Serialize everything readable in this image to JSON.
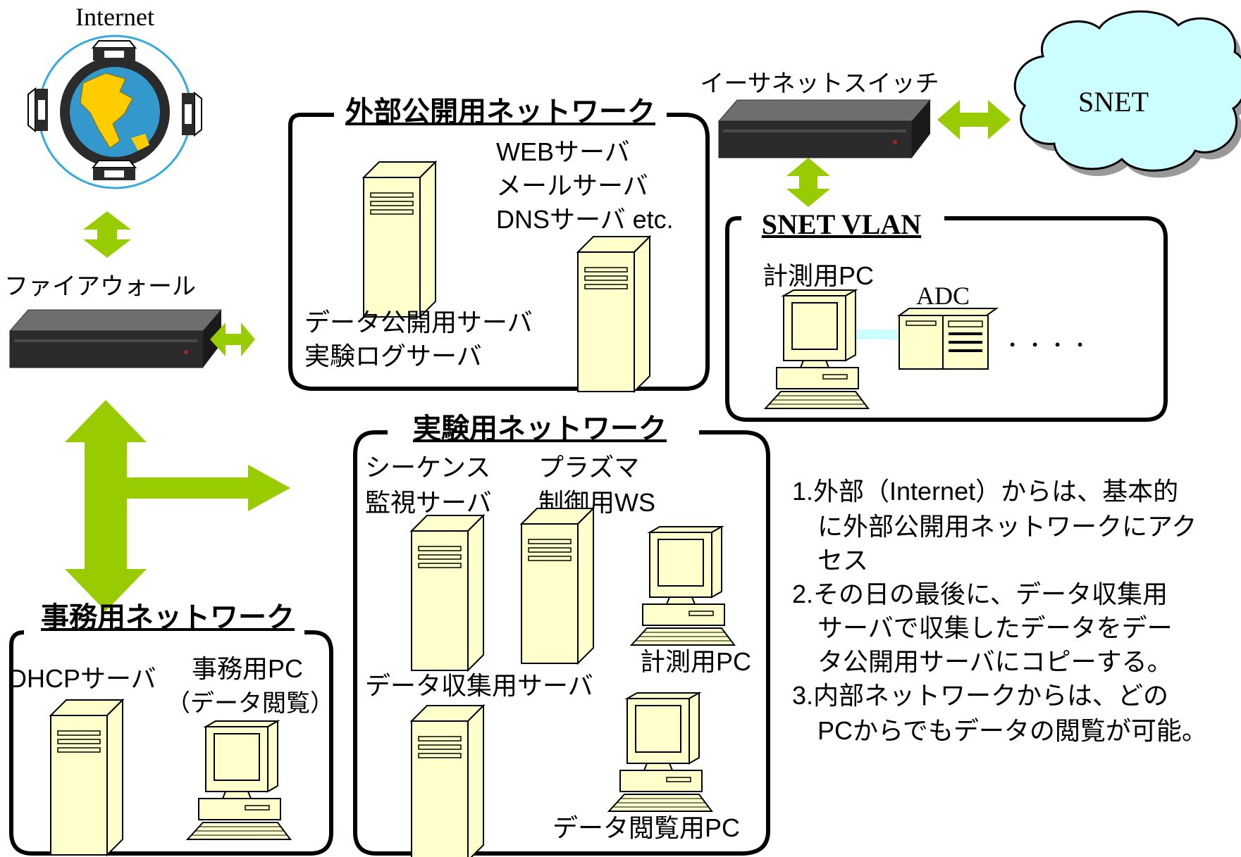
{
  "colors": {
    "arrow": "#99cc00",
    "server_fill": "#ffffcc",
    "cloud_fill": "#ccffff",
    "globe_ocean": "#3399cc",
    "globe_land": "#ffcc00",
    "device_dark": "#2b2b2b"
  },
  "internet": {
    "label": "Internet"
  },
  "firewall": {
    "label": "ファイアウォール"
  },
  "switch": {
    "label": "イーサネットスイッチ"
  },
  "snet_cloud": {
    "label": "SNET"
  },
  "external_net": {
    "title": "外部公開用ネットワーク",
    "server_list": [
      "WEBサーバ",
      "メールサーバ",
      "DNSサーバ etc."
    ],
    "data_server_list": [
      "データ公開用サーバ",
      "実験ログサーバ"
    ]
  },
  "snet_vlan": {
    "title": "SNET VLAN",
    "pc_label": "計測用PC",
    "adc_label": "ADC",
    "ellipsis": "．．．．"
  },
  "experiment_net": {
    "title": "実験用ネットワーク",
    "sequence_label": [
      "シーケンス",
      "監視サーバ"
    ],
    "plasma_label": [
      "プラズマ",
      "制御用WS"
    ],
    "measure_pc_label": "計測用PC",
    "data_collect_label": "データ収集用サーバ",
    "data_view_pc_label": "データ閲覧用PC"
  },
  "office_net": {
    "title": "事務用ネットワーク",
    "dhcp_label": "DHCPサーバ",
    "office_pc_label": [
      "事務用PC",
      "（データ閲覧）"
    ]
  },
  "notes": {
    "lines": [
      "1.外部（Internet）からは、基本的",
      "に外部公開用ネットワークにアク",
      "セス",
      "2.その日の最後に、データ収集用",
      "サーバで収集したデータをデー",
      "タ公開用サーバにコピーする。",
      "3.内部ネットワークからは、どの",
      "PCからでもデータの閲覧が可能。"
    ]
  }
}
